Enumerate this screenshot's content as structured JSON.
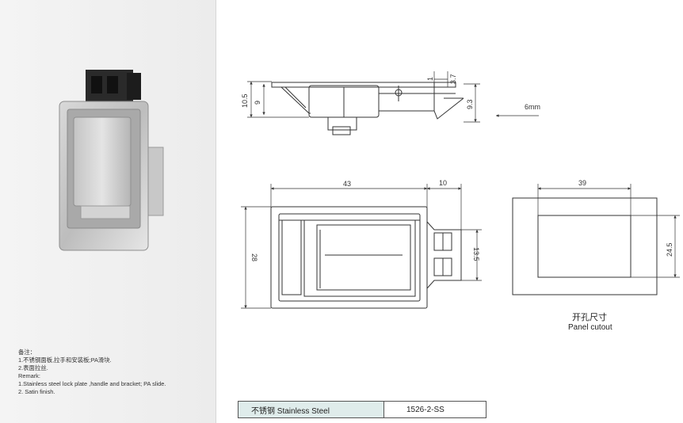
{
  "notes": {
    "heading": "备注：",
    "line1": "1.不锈钢面板,拉手和安装板;PA滑块.",
    "line2": "2.表面拉丝.",
    "remark_heading": "Remark:",
    "remark1": "1.Stainless steel lock plate ,handle and bracket; PA slide.",
    "remark2": "2. Satin finish."
  },
  "side_view": {
    "dim_overall_height": "10.5",
    "dim_body_height": "9",
    "dim_top_1": "1",
    "dim_top_2": "3.7",
    "dim_right_height": "9.3",
    "thickness_label": "6mm"
  },
  "top_view": {
    "dim_width": "43",
    "dim_slide_width": "10",
    "dim_height": "28",
    "dim_slide_height": "13.5"
  },
  "panel_cutout": {
    "dim_width": "39",
    "dim_height": "24.5",
    "title_zh": "开孔尺寸",
    "title_en": "Panel cutout"
  },
  "spec": {
    "material": "不锈钢 Stainless Steel",
    "code": "1526-2-SS"
  }
}
